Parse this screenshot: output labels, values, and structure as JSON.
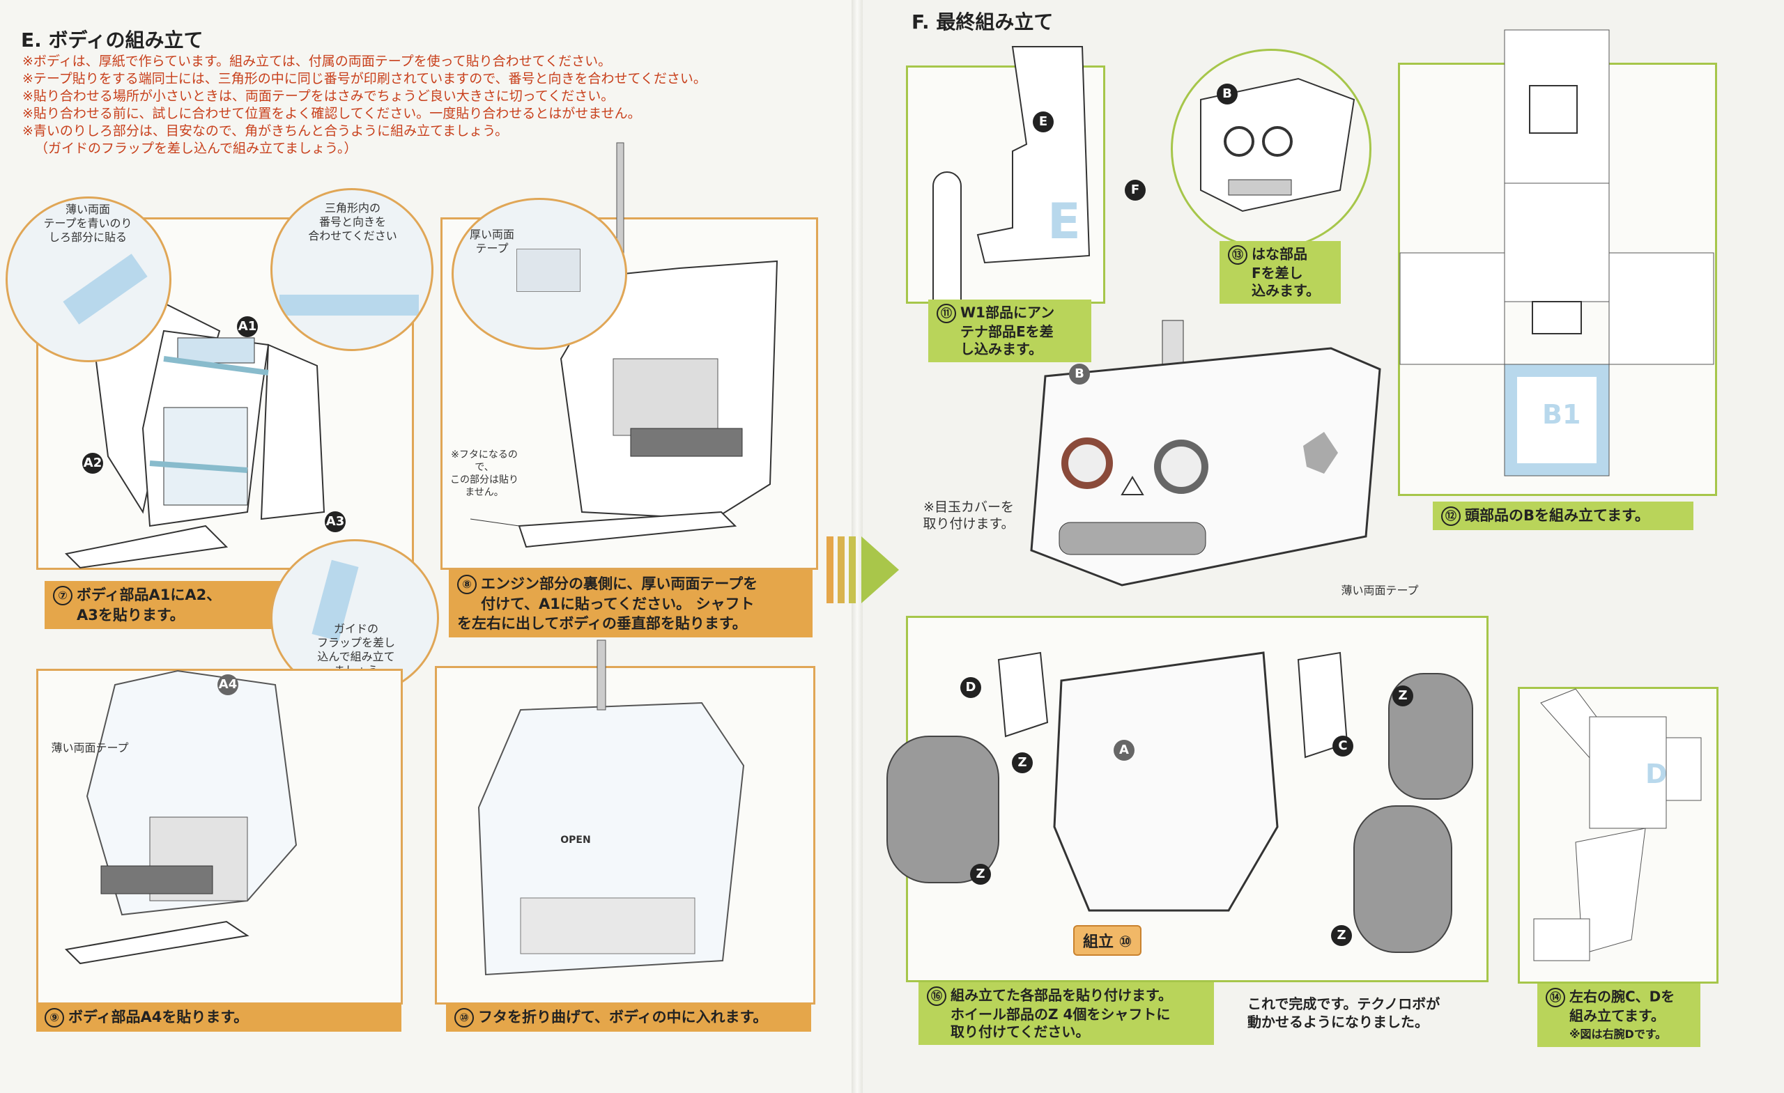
{
  "sectionE": {
    "title": "E. ボディの組み立て",
    "intro": [
      "※ボディは、厚紙で作らています。組み立ては、付属の両面テープを使って貼り合わせてください。",
      "※テープ貼りをする端同士には、三角形の中に同じ番号が印刷されていますので、番号と向きを合わせてください。",
      "※貼り合わせる場所が小さいときは、両面テープをはさみでちょうど良い大きさに切ってください。",
      "※貼り合わせる前に、試しに合わせて位置をよく確認してください。一度貼り合わせるとはがせません。",
      "※青いのりしろ部分は、目安なので、角がきちんと合うように組み立てましょう。",
      "（ガイドのフラップを差し込んで組み立てましょう。）"
    ]
  },
  "sectionF": {
    "title": "F. 最終組み立て"
  },
  "steps": {
    "s7": {
      "num": "⑦",
      "line1": "ボディ部品A1にA2、",
      "line2": "A3を貼ります。"
    },
    "s8": {
      "num": "⑧",
      "line1": "エンジン部分の裏側に、厚い両面テープを",
      "line2": "付けて、A1に貼ってください。 シャフト",
      "line3": "を左右に出してボディの垂直部を貼ります。"
    },
    "s9": {
      "num": "⑨",
      "text": "ボディ部品A4を貼ります。"
    },
    "s10": {
      "num": "⑩",
      "text": "フタを折り曲げて、ボディの中に入れます。"
    },
    "s11": {
      "num": "⑪",
      "line1": "W1部品にアン",
      "line2": "テナ部品Eを差",
      "line3": "し込みます。"
    },
    "s12": {
      "num": "⑫",
      "text": "頭部品のBを組み立てます。"
    },
    "s13": {
      "num": "⑬",
      "line1": "はな部品",
      "line2": "Fを差し",
      "line3": "込みます。"
    },
    "s14": {
      "num": "⑭",
      "line1": "左右の腕C、Dを",
      "line2": "組み立てます。",
      "line3": "※図は右腕Dです。"
    },
    "s16": {
      "num": "⑯",
      "line1": "組み立てた各部品を貼り付けます。",
      "line2": "ホイール部品のZ 4個をシャフトに",
      "line3": "取り付けてください。"
    }
  },
  "notes": {
    "thin_tape_blue": "薄い両面\nテープを青いのり\nしろ部分に貼る",
    "triangle_match": "三角形内の\n番号と向きを\n合わせてください",
    "thick_tape": "厚い両面\nテープ",
    "lid_note": "※フタになるので、\nこの部分は貼り\nません。",
    "guide_flap": "ガイドの\nフラップを差し\n込んで組み立て\nましょう",
    "thin_tape_9": "薄い両面テープ",
    "thin_tape_f": "薄い両面テープ",
    "eye_cover": "※目玉カバーを\n取り付けます。",
    "open_label": "OPEN"
  },
  "finish": {
    "line1": "これで完成です。テクノロボが",
    "line2": "動かせるようになりました。"
  },
  "assembly_stamp": "組立 ⑩",
  "part_labels": {
    "A1": "A1",
    "A2": "A2",
    "A3": "A3",
    "A4": "A4",
    "B": "B",
    "E": "E",
    "F": "F",
    "C": "C",
    "D": "D",
    "Z": "Z",
    "A": "A",
    "B1": "B1"
  },
  "colors": {
    "orange": "#e5a64a",
    "green": "#b9d45a",
    "tape_blue": "#b8d8ec",
    "red_arrow": "#d03a2a"
  }
}
